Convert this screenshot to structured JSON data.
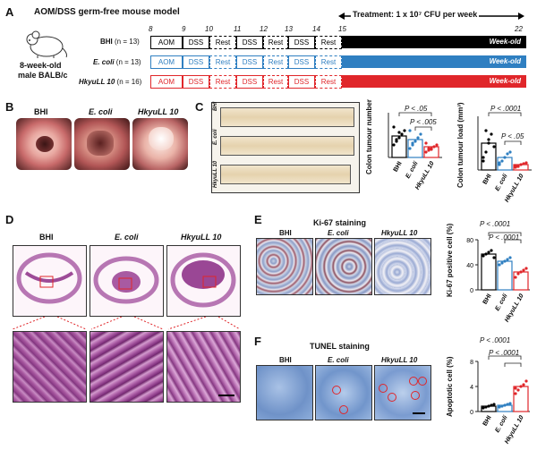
{
  "panels": {
    "a": "A",
    "b": "B",
    "c": "C",
    "d": "D",
    "e": "E",
    "f": "F"
  },
  "panel_a": {
    "title": "AOM/DSS germ-free mouse model",
    "mouse_label_line1": "8-week-old",
    "mouse_label_line2": "male BALB/c",
    "weeks": [
      "8",
      "9",
      "10",
      "11",
      "12",
      "13",
      "14",
      "15",
      "22"
    ],
    "treatment": "Treatment: 1 x 10⁷ CFU per week",
    "rows": [
      {
        "label": "BHI",
        "n": "(n = 13)",
        "color": "#000000",
        "bar_label": "Week-old"
      },
      {
        "label": "E. coli",
        "n": "(n = 13)",
        "color": "#2f7fc1",
        "bar_label": "Week-old"
      },
      {
        "label": "HkyuLL 10",
        "n": "(n = 16)",
        "color": "#e0262a",
        "bar_label": "Week-old"
      }
    ],
    "cells": [
      "AOM",
      "DSS",
      "Rest",
      "DSS",
      "Rest",
      "DSS",
      "Rest"
    ]
  },
  "panel_b": {
    "labels": [
      "BHI",
      "E. coli",
      "HkyuLL 10"
    ]
  },
  "panel_c": {
    "colon_labels": [
      "BHI",
      "E. coli",
      "HkyuLL 10"
    ],
    "chart1": {
      "ylabel": "Colon tumour number",
      "xlabels": [
        "BHI",
        "E. coli",
        "HkyuLL 10"
      ],
      "p1": "P < .05",
      "p2": "P < .005"
    },
    "chart2": {
      "ylabel": "Colon tumour load (mm³)",
      "xlabels": [
        "BHI",
        "E. coli",
        "HkyuLL 10"
      ],
      "p1": "P < .0001",
      "p2": "P < .05"
    }
  },
  "panel_d": {
    "labels": [
      "BHI",
      "E. coli",
      "HkyuLL 10"
    ]
  },
  "panel_e": {
    "title": "Ki-67 staining",
    "labels": [
      "BHI",
      "E. coli",
      "HkyuLL 10"
    ],
    "chart": {
      "ylabel": "Ki-67 positive cell (%)",
      "ticks": [
        "0",
        "40",
        "80"
      ],
      "xlabels": [
        "BHI",
        "E. coli",
        "HkyuLL 10"
      ],
      "p1": "P < .0001",
      "p2": "P < .0001"
    }
  },
  "panel_f": {
    "title": "TUNEL staining",
    "labels": [
      "BHI",
      "E. coli",
      "HkyuLL 10"
    ],
    "chart": {
      "ylabel": "Apoptotic cell (%)",
      "ticks": [
        "0",
        "4",
        "8"
      ],
      "xlabels": [
        "BHI",
        "E. coli",
        "HkyuLL 10"
      ],
      "p1": "P < .0001",
      "p2": "P < .0001"
    }
  },
  "colors": {
    "bhi": "#000000",
    "ecoli": "#2f7fc1",
    "hkyu": "#e0262a"
  }
}
